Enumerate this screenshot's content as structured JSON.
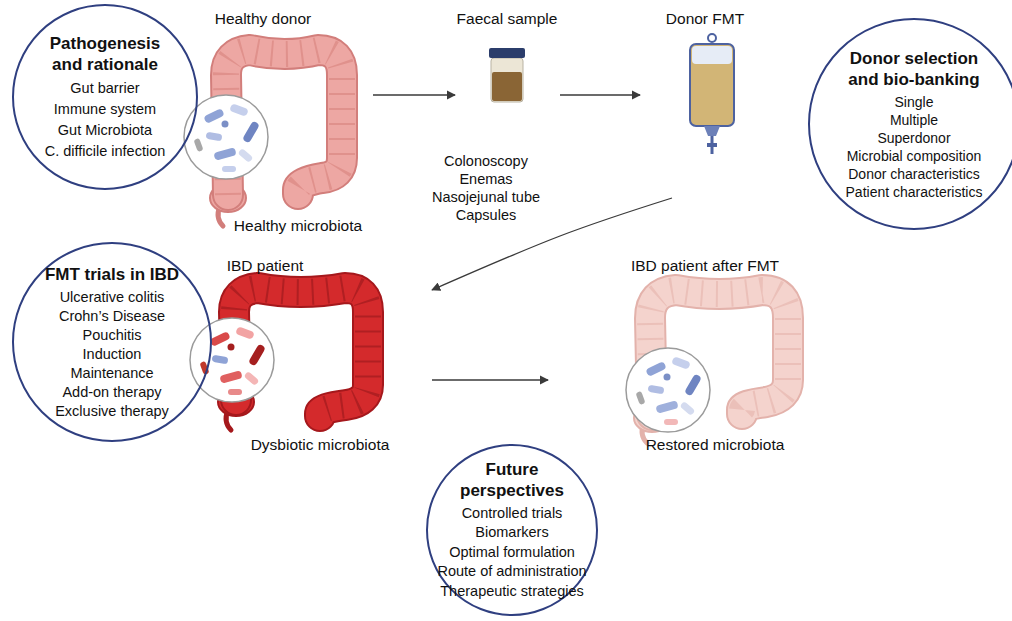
{
  "diagram": {
    "nodes": [
      {
        "text": [
          "Pathogenesis and rationale",
          "Gut barrier",
          "Immune system",
          "Gut Microbiota",
          "C. difficile infection"
        ]
      },
      {
        "text": [
          "Healthy donor",
          "Healthy microbiota"
        ]
      },
      {
        "text": [
          "Faecal sample"
        ]
      },
      {
        "text": [
          "Donor FMT"
        ]
      },
      {
        "text": [
          "Donor selection and bio-banking",
          "Single",
          "Multiple",
          "Superdonor",
          "Microbial composition",
          "Donor characteristics",
          "Patient characteristics"
        ]
      },
      {
        "text": [
          "FMT trials in IBD",
          "Ulcerative colitis",
          "Crohn’s Disease",
          "Pouchitis",
          "Induction",
          "Maintenance",
          "Add-on therapy",
          "Exclusive therapy"
        ]
      },
      {
        "text": [
          "IBD patient",
          "Dysbiotic microbiota"
        ]
      },
      {
        "text": [
          "IBD patient after FMT",
          "Restored microbiota"
        ]
      },
      {
        "text": [
          "Future perspectives",
          "Controlled trials",
          "Biomarkers",
          "Optimal formulation",
          "Route of administration",
          "Therapeutic strategies"
        ]
      }
    ],
    "edges": [
      {
        "from": 1,
        "to": 2,
        "arrow": "to"
      },
      {
        "from": 2,
        "to": 3,
        "arrow": "to"
      },
      {
        "from": 3,
        "to": 6,
        "arrow": "to"
      },
      {
        "from": 6,
        "to": 7,
        "arrow": "to"
      }
    ],
    "labels": [
      "Colonoscopy",
      "Enemas",
      "Nasojejunal tube",
      "Capsules"
    ]
  }
}
